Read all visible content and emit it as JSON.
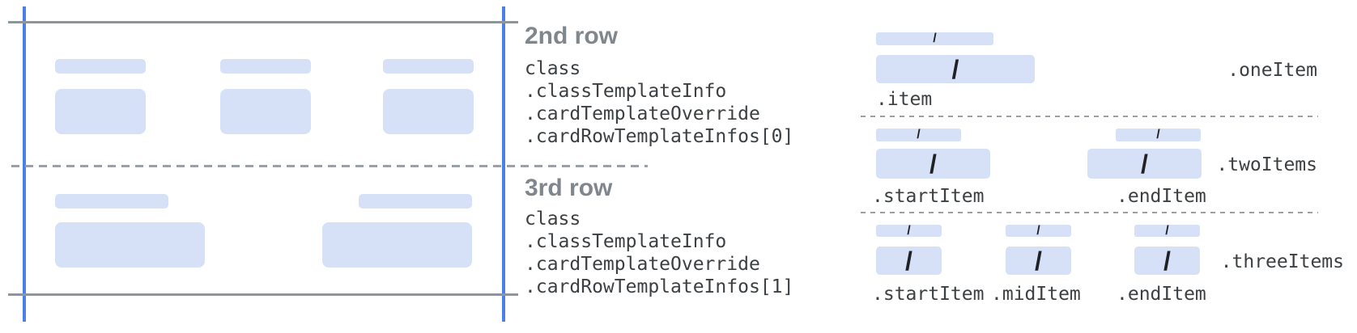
{
  "colors": {
    "accent_blue": "#4c80e9",
    "placeholder_blue": "#d6e1f8",
    "line_gray": "#8e959b",
    "dash_gray": "#9aa0a6",
    "heading_gray": "#7f868c",
    "text_dark": "#3c4043"
  },
  "card": {
    "row2_placeholder_count": 3,
    "row3_placeholder_count": 2
  },
  "annotations": {
    "row2": {
      "heading": "2nd row",
      "lines": [
        "class",
        ".classTemplateInfo",
        ".cardTemplateOverride",
        ".cardRowTemplateInfos[0]"
      ]
    },
    "row3": {
      "heading": "3rd row",
      "lines": [
        "class",
        ".classTemplateInfo",
        ".cardTemplateOverride",
        ".cardRowTemplateInfos[1]"
      ]
    }
  },
  "right_panel": {
    "slash": "/",
    "sections": [
      {
        "label": ".oneItem",
        "item_labels": [
          ".item"
        ]
      },
      {
        "label": ".twoItems",
        "item_labels": [
          ".startItem",
          ".endItem"
        ]
      },
      {
        "label": ".threeItems",
        "item_labels": [
          ".startItem",
          ".midItem",
          ".endItem"
        ]
      }
    ]
  }
}
